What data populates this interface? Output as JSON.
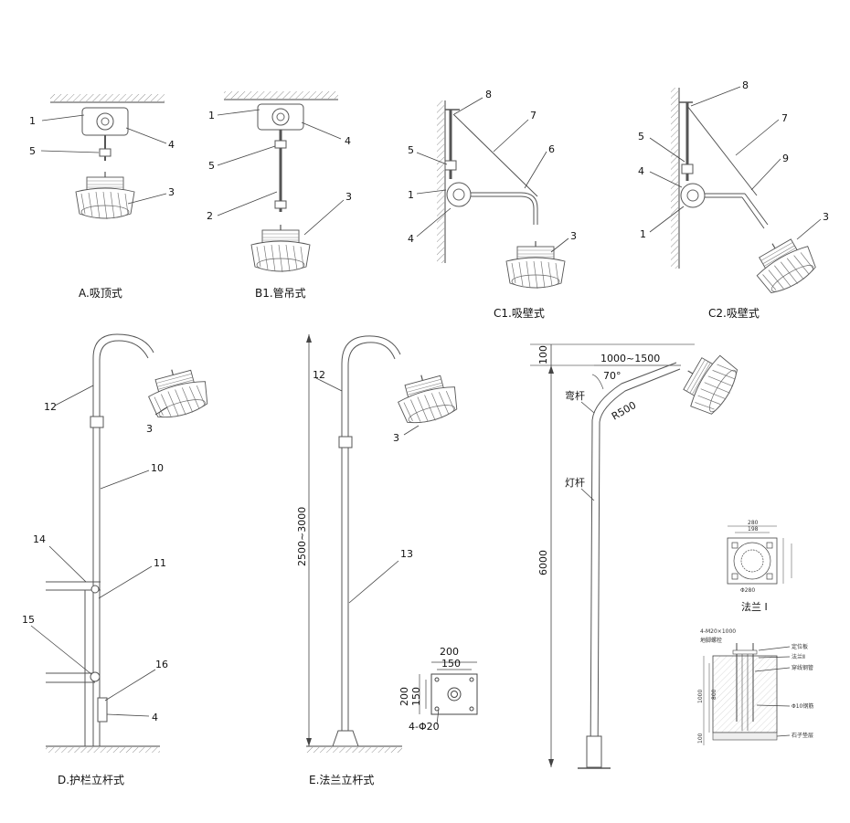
{
  "captions": {
    "a": "A.吸顶式",
    "b1": "B1.管吊式",
    "c1": "C1.吸壁式",
    "c2": "C2.吸壁式",
    "d": "D.护栏立杆式",
    "e": "E.法兰立杆式"
  },
  "callouts": {
    "a": [
      "1",
      "5",
      "4",
      "3"
    ],
    "b1": [
      "1",
      "5",
      "2",
      "4",
      "3"
    ],
    "c1": [
      "8",
      "7",
      "6",
      "5",
      "1",
      "4",
      "3"
    ],
    "c2": [
      "8",
      "7",
      "5",
      "4",
      "9",
      "1",
      "3"
    ],
    "d": [
      "12",
      "3",
      "10",
      "14",
      "11",
      "15",
      "16",
      "4"
    ],
    "e": [
      "12",
      "3",
      "13"
    ]
  },
  "dimensions": {
    "e_height": "2500~3000",
    "flange_outer": "200",
    "flange_inner": "150",
    "flange_side_outer": "200",
    "flange_side_inner": "150",
    "flange_holes": "4-Φ20",
    "f_top": "100",
    "f_reach": "1000~1500",
    "f_angle": "70°",
    "f_radius": "R500",
    "f_arm": "弯杆",
    "f_pole": "灯杆",
    "f_height": "6000"
  },
  "flange_detail": {
    "caption": "法兰 I",
    "d280": "280",
    "d198": "198",
    "hole": "Φ280",
    "small_labels": [
      "4-M20×1000",
      "地脚螺栓",
      "定位板",
      "法兰Ⅱ",
      "穿线钢管",
      "Φ10钢筋",
      "石子垫层",
      "1000",
      "800",
      "100"
    ]
  }
}
